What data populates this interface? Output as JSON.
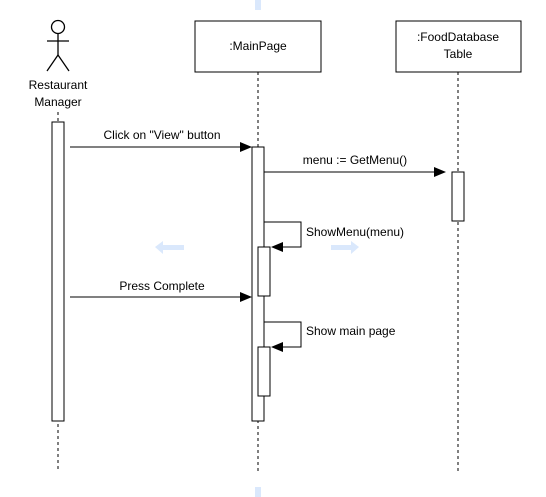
{
  "diagram": {
    "type": "sequence",
    "colors": {
      "line": "#000000",
      "background": "#ffffff",
      "guide": "#dae8fc"
    },
    "actor": {
      "label_line1": "Restaurant",
      "label_line2": "Manager",
      "icon": "stick-figure-icon"
    },
    "participants": {
      "main_page": ":MainPage",
      "food_table_line1": ":FoodDatabase",
      "food_table_line2": "Table"
    },
    "messages": {
      "click_view": "Click on \"View\" button",
      "get_menu": "menu := GetMenu()",
      "show_menu": "ShowMenu(menu)",
      "press_complete": "Press Complete",
      "show_main_page": "Show main page"
    },
    "hints": {
      "left_arrow": "arrow-left-icon",
      "right_arrow": "arrow-right-icon"
    }
  }
}
